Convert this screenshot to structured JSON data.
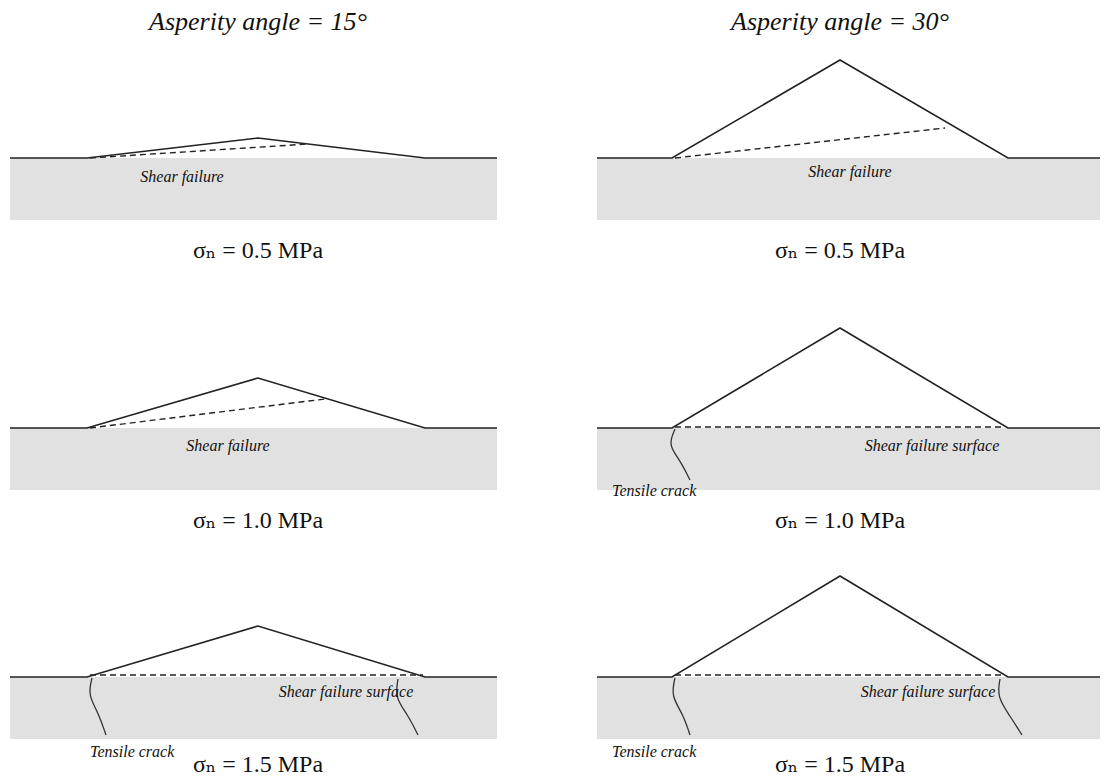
{
  "diagram": {
    "labels": [
      "Asperity angle = 15°",
      "Asperity angle = 30°",
      "Shear failure",
      "σₙ = 0.5 MPa",
      "Shear failure",
      "σₙ = 0.5 MPa",
      "Shear failure",
      "σₙ = 1.0 MPa",
      "Shear failure surface",
      "Tensile crack",
      "σₙ = 1.0 MPa",
      "Shear failure surface",
      "Tensile crack",
      "σₙ = 1.5 MPa",
      "Shear failure surface",
      "Tensile crack",
      "σₙ = 1.5 MPa"
    ]
  }
}
